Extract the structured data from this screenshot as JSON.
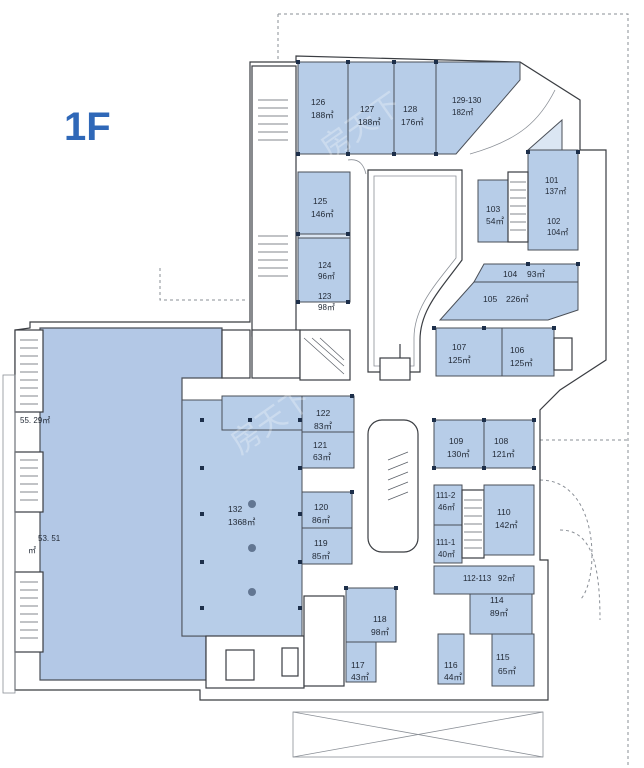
{
  "floor_label": "1F",
  "watermark": "房天下",
  "units": [
    {
      "id": "126",
      "area": "188㎡"
    },
    {
      "id": "127",
      "area": "188㎡"
    },
    {
      "id": "128",
      "area": "176㎡"
    },
    {
      "id": "129-130",
      "area": "182㎡"
    },
    {
      "id": "101",
      "area": "137㎡"
    },
    {
      "id": "102",
      "area": "104㎡"
    },
    {
      "id": "103",
      "area": "54㎡"
    },
    {
      "id": "125",
      "area": "146㎡"
    },
    {
      "id": "124",
      "area": "96㎡"
    },
    {
      "id": "123",
      "area": "98㎡"
    },
    {
      "id": "104",
      "area": "93㎡"
    },
    {
      "id": "105",
      "area": "226㎡"
    },
    {
      "id": "107",
      "area": "125㎡"
    },
    {
      "id": "106",
      "area": "125㎡"
    },
    {
      "id": "122",
      "area": "83㎡"
    },
    {
      "id": "121",
      "area": "63㎡"
    },
    {
      "id": "109",
      "area": "130㎡"
    },
    {
      "id": "108",
      "area": "121㎡"
    },
    {
      "id": "132",
      "area": "1368㎡"
    },
    {
      "id": "120",
      "area": "86㎡"
    },
    {
      "id": "119",
      "area": "85㎡"
    },
    {
      "id": "111-2",
      "area": "46㎡"
    },
    {
      "id": "111-1",
      "area": "40㎡"
    },
    {
      "id": "110",
      "area": "142㎡"
    },
    {
      "id": "112-113",
      "area": "92㎡"
    },
    {
      "id": "114",
      "area": "89㎡"
    },
    {
      "id": "118",
      "area": "98㎡"
    },
    {
      "id": "117",
      "area": "43㎡"
    },
    {
      "id": "116",
      "area": "44㎡"
    },
    {
      "id": "115",
      "area": "65㎡"
    }
  ],
  "anchor_area_upper": "55. 29㎡",
  "anchor_area_lower_1": "53. 51",
  "anchor_area_lower_2": "㎡",
  "colors": {
    "unit_fill": "#b7cde8",
    "unit_fill_pale": "#dbe6f3",
    "big_store_fill": "#b3c8e6",
    "title": "#2f68b8",
    "column": "#1d2f4a"
  }
}
